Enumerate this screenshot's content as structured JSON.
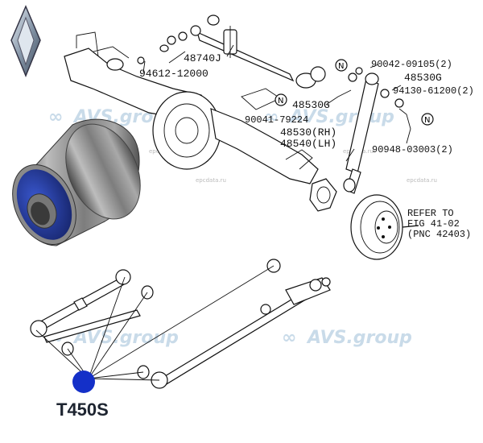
{
  "labels": {
    "p1": "48740J",
    "p2": "94612-12000",
    "p3": "90042-09105(2)",
    "p4": "48530G",
    "p5": "48530G",
    "p6": "94130-61200(2)",
    "p7": "90041-79224",
    "p8": "48530(RH)",
    "p9": "48540(LH)",
    "p10": "90948-03003(2)",
    "refer1": "REFER TO",
    "refer2": "FIG 41-02",
    "refer3": "(PNC 42403)",
    "n": "N"
  },
  "watermarks": {
    "brand": "AVS.group",
    "site": "epcdata.ru"
  },
  "product_code": "T450S",
  "colors": {
    "watermark": "#c9dbe9",
    "bushing_blue": "#1f3aa0",
    "dot_blue": "#1430c8",
    "code_text": "#1d2430"
  }
}
